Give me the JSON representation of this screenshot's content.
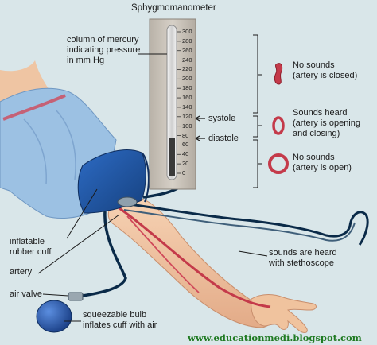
{
  "title": "Sphygmomanometer",
  "mercury_label": "column of mercury indicating pressure in mm Hg",
  "scale_values": [
    "300",
    "280",
    "260",
    "240",
    "220",
    "200",
    "180",
    "160",
    "140",
    "120",
    "100",
    "80",
    "60",
    "40",
    "20",
    "0"
  ],
  "mercury_level_mmHg": 75,
  "markers": {
    "systole": "systole",
    "diastole": "diastole"
  },
  "states": [
    {
      "text": "No sounds (artery is closed)",
      "line1": "No sounds",
      "line2": "(artery is closed)"
    },
    {
      "text": "Sounds heard (artery is opening and closing)",
      "line1": "Sounds heard",
      "line2": "(artery is opening",
      "line3": "and closing)"
    },
    {
      "text": "No sounds (artery is open)",
      "line1": "No sounds",
      "line2": "(artery is open)"
    }
  ],
  "parts": {
    "cuff_line1": "inflatable",
    "cuff_line2": "rubber cuff",
    "artery": "artery",
    "air_valve": "air valve",
    "bulb_line1": "squeezable bulb",
    "bulb_line2": "inflates cuff with air",
    "stetho_line1": "sounds are heard",
    "stetho_line2": "with stethoscope"
  },
  "watermark": "www.educationmedi.blogspot.com",
  "colors": {
    "background": "#d9e6e9",
    "mercury": "#3a3a3a",
    "artery": "#c43a4a",
    "cuff": "#1d4f9c",
    "shirt": "#8fb8de",
    "skin": "#f0c7a4",
    "watermark": "#1f7a22"
  }
}
